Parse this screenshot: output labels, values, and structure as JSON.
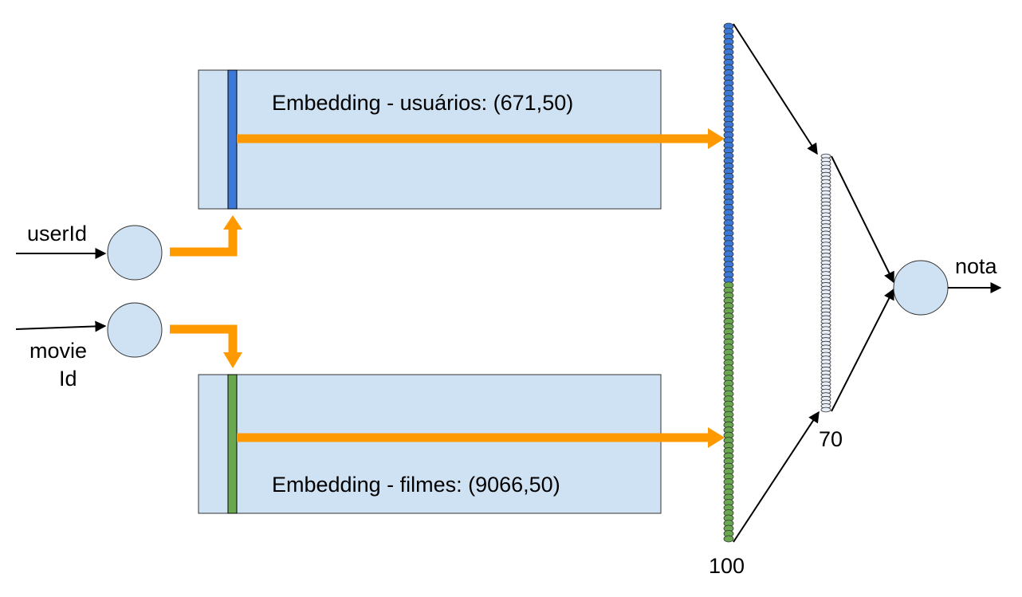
{
  "inputs": {
    "user_label": "userId",
    "movie_label_line1": "movie",
    "movie_label_line2": "Id"
  },
  "embeddings": {
    "users_label": "Embedding - usuários: (671,50)",
    "movies_label": "Embedding - filmes: (9066,50)"
  },
  "layers": {
    "concat_size": "100",
    "dense_size": "70",
    "dense_units": 70,
    "concat_units": 100
  },
  "output": {
    "label": "nota"
  },
  "colors": {
    "box_fill": "#cfe2f3",
    "node_fill": "#cfe2f3",
    "orange": "#ff9900",
    "user_blue": "#3c78d8",
    "movie_green": "#6aa84f",
    "dense_fill": "#e8eef7"
  }
}
